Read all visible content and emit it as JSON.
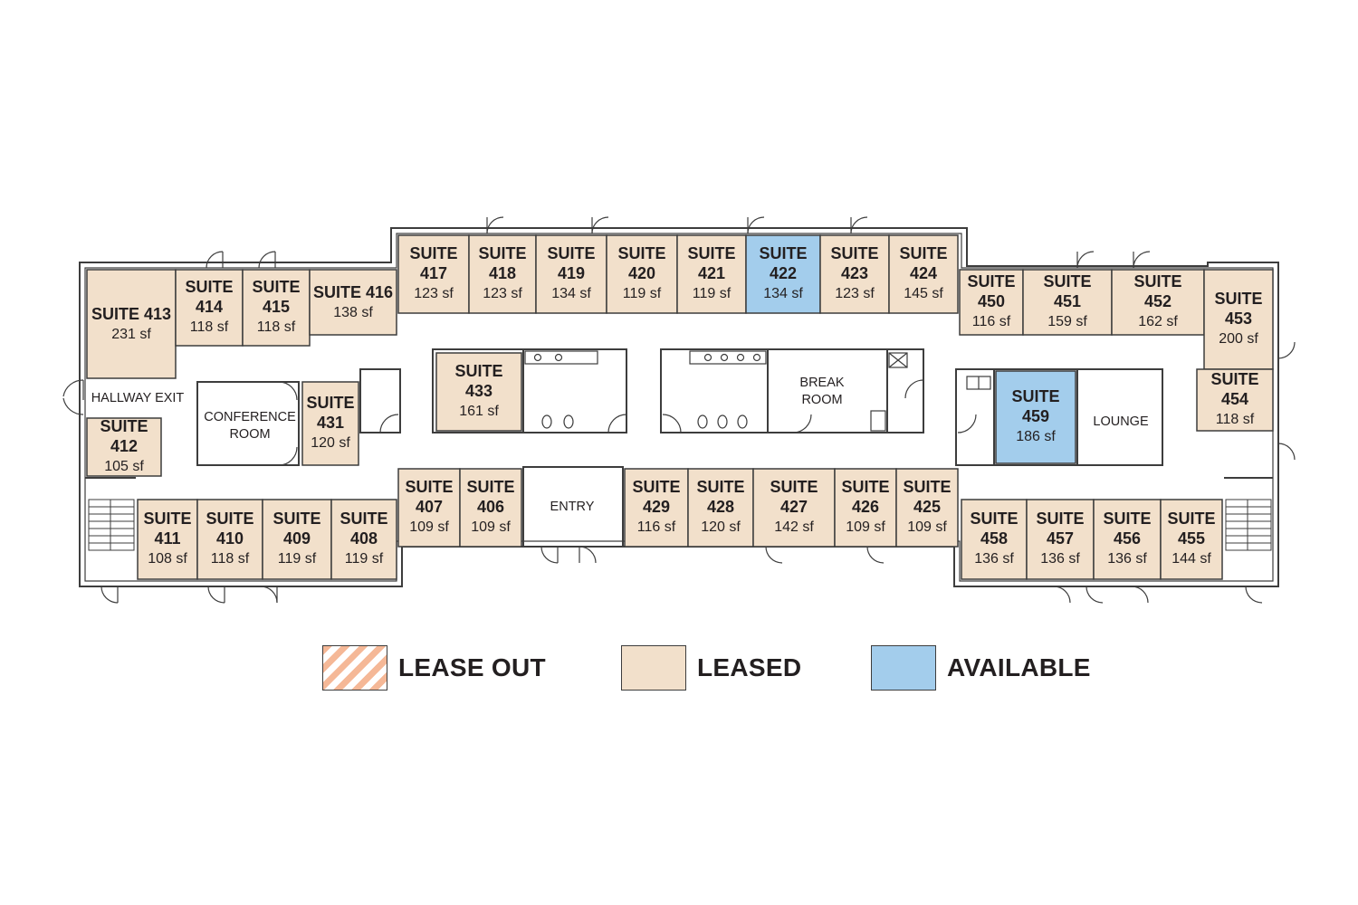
{
  "colors": {
    "leased": "#f2e0cb",
    "available": "#a3cdec",
    "lease_out": "#f5b897",
    "wall": "#3d3d3d"
  },
  "suites": [
    {
      "label": "SUITE 413",
      "area": "231 sf",
      "status": "leased"
    },
    {
      "label": "SUITE 414",
      "area": "118 sf",
      "status": "leased"
    },
    {
      "label": "SUITE 415",
      "area": "118 sf",
      "status": "leased"
    },
    {
      "label": "SUITE 416",
      "area": "138 sf",
      "status": "leased"
    },
    {
      "label": "SUITE 417",
      "area": "123 sf",
      "status": "leased"
    },
    {
      "label": "SUITE 418",
      "area": "123 sf",
      "status": "leased"
    },
    {
      "label": "SUITE 419",
      "area": "134 sf",
      "status": "leased"
    },
    {
      "label": "SUITE 420",
      "area": "119 sf",
      "status": "leased"
    },
    {
      "label": "SUITE 421",
      "area": "119 sf",
      "status": "leased"
    },
    {
      "label": "SUITE 422",
      "area": "134 sf",
      "status": "available"
    },
    {
      "label": "SUITE 423",
      "area": "123 sf",
      "status": "leased"
    },
    {
      "label": "SUITE 424",
      "area": "145 sf",
      "status": "leased"
    },
    {
      "label": "SUITE 450",
      "area": "116 sf",
      "status": "leased"
    },
    {
      "label": "SUITE 451",
      "area": "159 sf",
      "status": "leased"
    },
    {
      "label": "SUITE 452",
      "area": "162 sf",
      "status": "leased"
    },
    {
      "label": "SUITE 453",
      "area": "200 sf",
      "status": "leased"
    },
    {
      "label": "SUITE 454",
      "area": "118 sf",
      "status": "leased"
    },
    {
      "label": "SUITE 412",
      "area": "105 sf",
      "status": "leased"
    },
    {
      "label": "SUITE 431",
      "area": "120 sf",
      "status": "leased"
    },
    {
      "label": "SUITE 433",
      "area": "161 sf",
      "status": "leased"
    },
    {
      "label": "SUITE 459",
      "area": "186 sf",
      "status": "available"
    },
    {
      "label": "SUITE 411",
      "area": "108 sf",
      "status": "leased"
    },
    {
      "label": "SUITE 410",
      "area": "118 sf",
      "status": "leased"
    },
    {
      "label": "SUITE 409",
      "area": "119 sf",
      "status": "leased"
    },
    {
      "label": "SUITE 408",
      "area": "119 sf",
      "status": "leased"
    },
    {
      "label": "SUITE 407",
      "area": "109 sf",
      "status": "leased"
    },
    {
      "label": "SUITE 406",
      "area": "109 sf",
      "status": "leased"
    },
    {
      "label": "SUITE 429",
      "area": "116 sf",
      "status": "leased"
    },
    {
      "label": "SUITE 428",
      "area": "120 sf",
      "status": "leased"
    },
    {
      "label": "SUITE 427",
      "area": "142 sf",
      "status": "leased"
    },
    {
      "label": "SUITE 426",
      "area": "109 sf",
      "status": "leased"
    },
    {
      "label": "SUITE 425",
      "area": "109 sf",
      "status": "leased"
    },
    {
      "label": "SUITE 458",
      "area": "136 sf",
      "status": "leased"
    },
    {
      "label": "SUITE 457",
      "area": "136 sf",
      "status": "leased"
    },
    {
      "label": "SUITE 456",
      "area": "136 sf",
      "status": "leased"
    },
    {
      "label": "SUITE 455",
      "area": "144 sf",
      "status": "leased"
    }
  ],
  "rooms": [
    {
      "label": "HALLWAY EXIT"
    },
    {
      "label": "CONFERENCE ROOM"
    },
    {
      "label": "BREAK ROOM"
    },
    {
      "label": "LOUNGE"
    },
    {
      "label": "ENTRY"
    }
  ],
  "legend": [
    {
      "label": "LEASE OUT",
      "status": "lease_out"
    },
    {
      "label": "LEASED",
      "status": "leased"
    },
    {
      "label": "AVAILABLE",
      "status": "available"
    }
  ]
}
